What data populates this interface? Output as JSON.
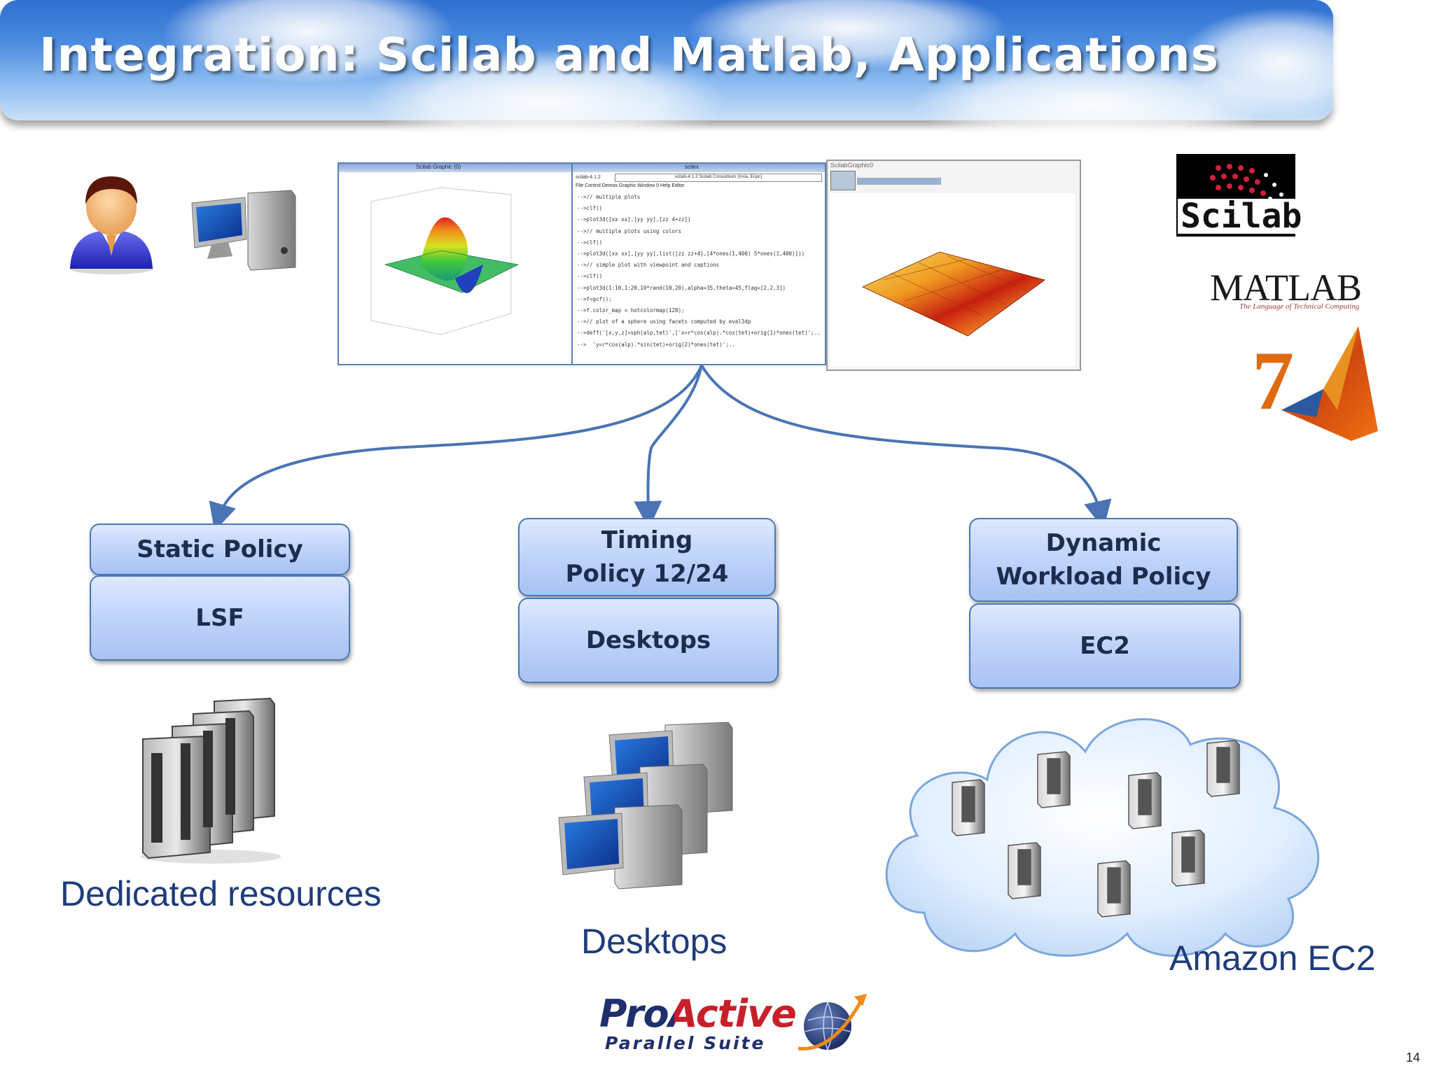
{
  "title": "Integration: Scilab and Matlab, Applications",
  "logos": {
    "scilab": "Scilab",
    "matlab": "MATLAB",
    "matlab_tagline": "The Language of Technical Computing",
    "matlab_version": "7",
    "proactive_top": "ProActive",
    "proactive_bottom": "Parallel Suite"
  },
  "screenshots": {
    "graphic_title": "Scilab Graphic (0)",
    "console_title": "scilex",
    "console_header": "scilab-4.1.2",
    "console_banner": "scilab-4.1.2 Scilab Consortium (Inria, Enpc)",
    "console_menu": "File  Control  Demos  Graphic Window  0  Help  Editor",
    "graphic2_title": "ScilabGraphic0",
    "console_lines": [
      "-->// multiple plots",
      "-->clf()",
      "-->plot3d([xx xx],[yy yy],[zz 4+zz])",
      "-->// multiple plots using colors",
      "-->clf()",
      "-->plot3d([xx xx],[yy yy],list([zz zz+4],[4*ones(1,400) 5*ones(1,400)]))",
      "-->// simple plot with viewpoint and captions",
      "-->clf()",
      "-->plot3d(1:10,1:20,10*rand(10,20),alpha=35,theta=45,flag=[2,2,3])",
      "-->f=gcf();",
      "-->f.color_map = hotcolormap(128);",
      "-->// plot of a sphere using facets computed by eval3dp",
      "-->deff('[x,y,z]=sph(alp,tet)',['x=r*cos(alp).*cos(tet)+orig(1)*ones(tet)';..",
      "-->  'y=r*cos(alp).*sin(tet)+orig(2)*ones(tet)';.."
    ]
  },
  "policies": [
    {
      "name": "Static Policy",
      "resource": "LSF",
      "caption": "Dedicated resources"
    },
    {
      "name": "Timing Policy 12/24",
      "resource": "Desktops",
      "caption": "Desktops"
    },
    {
      "name": "Dynamic Workload Policy",
      "resource": "EC2",
      "caption": "Amazon EC2"
    }
  ],
  "page_number": "14",
  "colors": {
    "arrow": "#4a74b4",
    "caption": "#1f3c7a",
    "box_text": "#1c2d4e",
    "proactive_red": "#c8202b",
    "proactive_navy": "#1f2f6b"
  }
}
